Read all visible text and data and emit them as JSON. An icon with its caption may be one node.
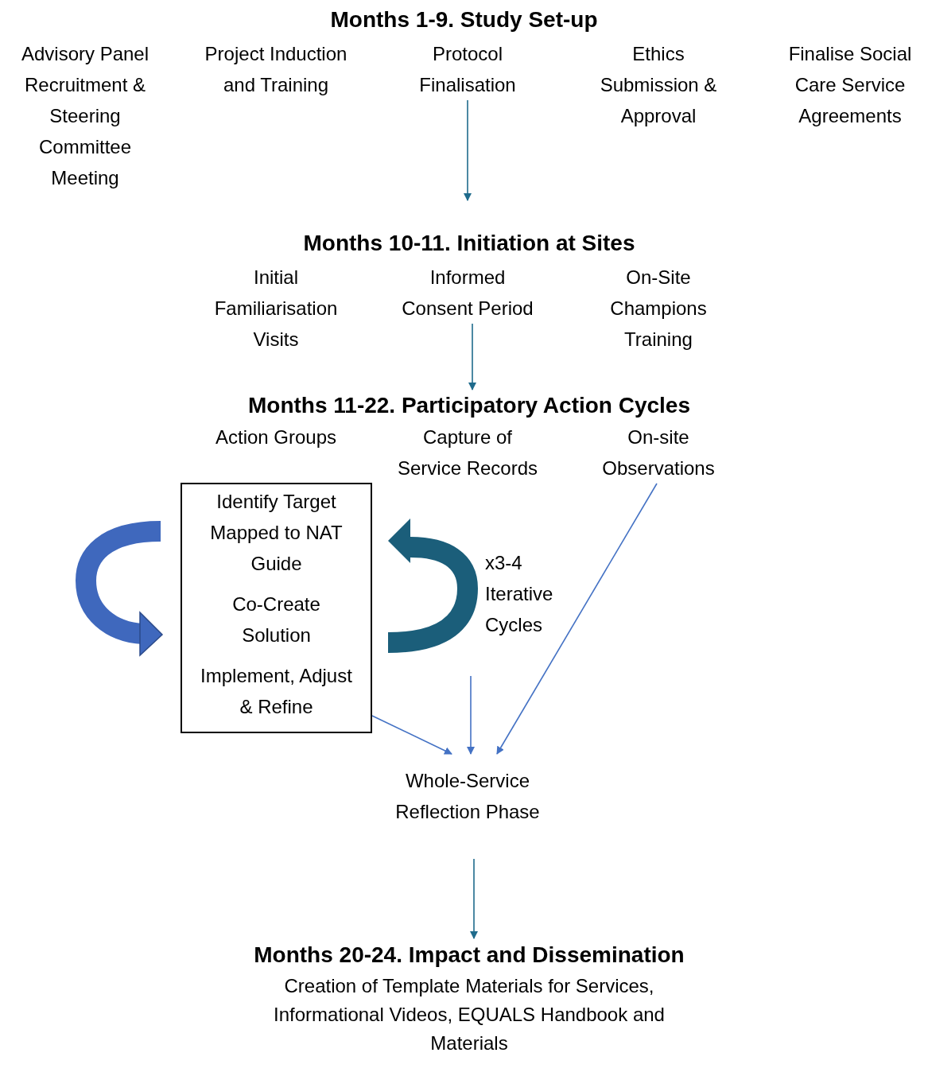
{
  "diagram": {
    "nodes": [
      {
        "text": [
          "Months 1-9. Study Set-up"
        ]
      },
      {
        "text": [
          "Advisory Panel Recruitment & Steering Committee Meeting"
        ],
        "in": 0
      },
      {
        "text": [
          "Project Induction and Training"
        ],
        "in": 0
      },
      {
        "text": [
          "Protocol Finalisation"
        ],
        "in": 0
      },
      {
        "text": [
          "Ethics Submission & Approval"
        ],
        "in": 0
      },
      {
        "text": [
          "Finalise Social Care Service Agreements"
        ],
        "in": 0
      },
      {
        "text": [
          "Months 10-11. Initiation at Sites"
        ]
      },
      {
        "text": [
          "Initial Familiarisation Visits"
        ],
        "in": 6
      },
      {
        "text": [
          "Informed Consent Period"
        ],
        "in": 6
      },
      {
        "text": [
          "On-Site Champions Training"
        ],
        "in": 6
      },
      {
        "text": [
          "Months 11-22. Participatory Action Cycles"
        ]
      },
      {
        "text": [
          "Action Groups"
        ],
        "in": 10
      },
      {
        "text": [
          "Capture of Service Records"
        ],
        "in": 10
      },
      {
        "text": [
          "On-site Observations"
        ],
        "in": 10
      },
      {
        "text": [
          "Identify Target Mapped to NAT Guide",
          "Co-Create Solution",
          "Implement, Adjust & Refine"
        ]
      },
      {
        "text": [
          "Whole-Service Reflection Phase"
        ]
      },
      {
        "text": [
          "Months 20-24. Impact and Dissemination",
          "Creation of Template Materials for Services, Informational Videos, EQUALS Handbook and Materials"
        ]
      }
    ],
    "edges": [
      {
        "from": 3,
        "to": 6,
        "arrow": "to",
        "color": "#1f6b8c"
      },
      {
        "from": 8,
        "to": 10,
        "arrow": "to",
        "color": "#1f6b8c"
      },
      {
        "from": 14,
        "to": 15,
        "arrow": "to",
        "color": "#4472c4"
      },
      {
        "from": null,
        "to": 15,
        "arrow": "to",
        "color": "#4472c4"
      },
      {
        "from": 13,
        "to": 15,
        "arrow": "to",
        "color": "#4472c4"
      },
      {
        "from": 15,
        "to": 16,
        "arrow": "to",
        "color": "#1f6b8c"
      }
    ],
    "labels": [
      "x3-4 Iterative Cycles"
    ]
  }
}
